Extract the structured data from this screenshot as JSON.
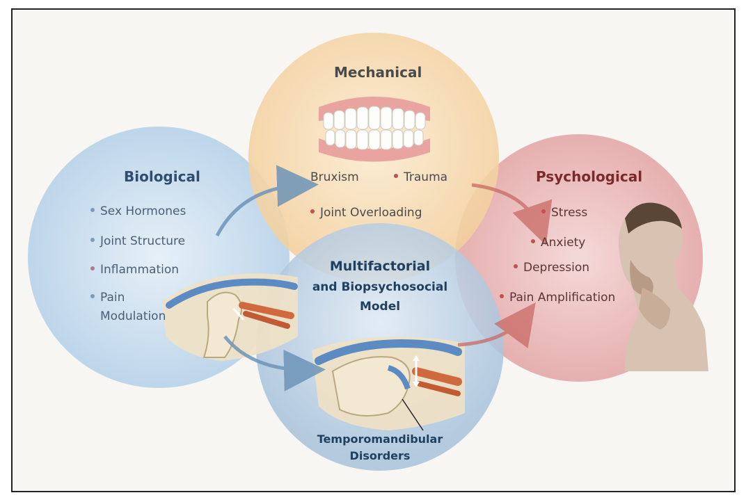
{
  "colors": {
    "biological": "#b9d4ea",
    "mechanical": "#f6d6a8",
    "psychological": "#e8b3b3",
    "center": "#a9c4dd",
    "arrow_blue": "#6d94b8",
    "arrow_red": "#c96a64",
    "bullet_blue": "#7c9bb8",
    "bullet_red": "#c0504d"
  },
  "mechanical": {
    "title": "Mechanical",
    "items": [
      "Bruxism",
      "Trauma",
      "Joint Overloading"
    ],
    "image_icon": "teeth-illustration"
  },
  "biological": {
    "title": "Biological",
    "items": [
      "Sex Hormones",
      "Joint Structure",
      "Inflammation",
      "Pain",
      "Modulation"
    ]
  },
  "psychological": {
    "title": "Psychological",
    "items": [
      "Stress",
      "Anxiety",
      "Depression",
      "Pain Amplification"
    ],
    "image_icon": "distressed-man-illustration"
  },
  "center": {
    "title_line1": "Multifactorial",
    "title_line2": "and Biopsychosocial",
    "title_line3": "Model",
    "bottom_line1": "Temporomandibular",
    "bottom_line2": "Disorders",
    "image_icon": "tmj-joint-illustration"
  }
}
